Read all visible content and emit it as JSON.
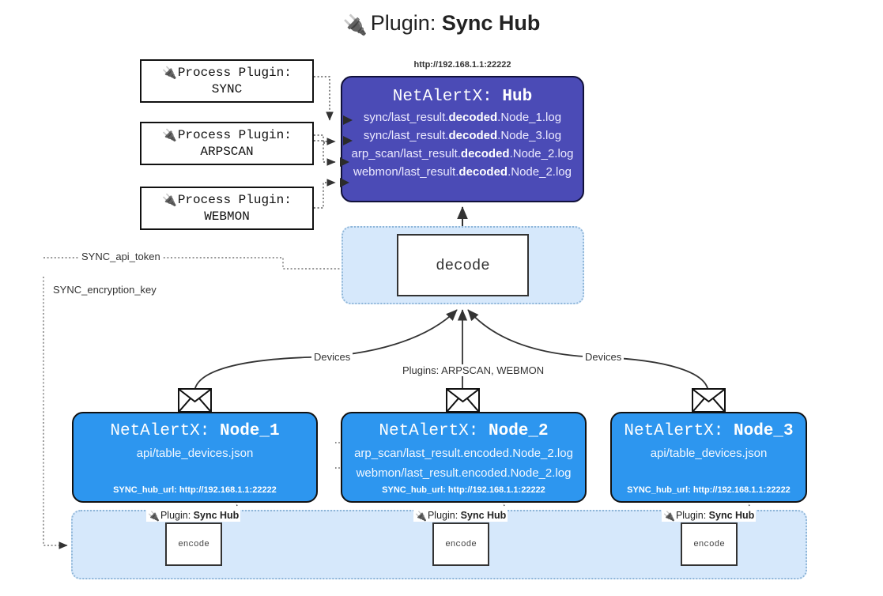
{
  "title": {
    "icon": "plug-icon",
    "prefix": "Plugin: ",
    "name": "Sync Hub"
  },
  "process_plugins": [
    {
      "icon": "plug-icon",
      "header": "Process Plugin:",
      "name": "SYNC"
    },
    {
      "icon": "plug-icon",
      "header": "Process Plugin:",
      "name": "ARPSCAN"
    },
    {
      "icon": "plug-icon",
      "header": "Process Plugin:",
      "name": "WEBMON"
    }
  ],
  "hub": {
    "url": "http://192.168.1.1:22222",
    "app": "NetAlertX:",
    "name": "Hub",
    "logs": [
      {
        "pre": "sync/last_result.",
        "em": "decoded",
        "post": ".Node_1.log"
      },
      {
        "pre": "sync/last_result.",
        "em": "decoded",
        "post": ".Node_3.log"
      },
      {
        "pre": "arp_scan/last_result.",
        "em": "decoded",
        "post": ".Node_2.log"
      },
      {
        "pre": "webmon/last_result.",
        "em": "decoded",
        "post": ".Node_2.log"
      }
    ]
  },
  "decode": {
    "label": "decode"
  },
  "secrets": [
    {
      "label": "SYNC_api_token"
    },
    {
      "label": "SYNC_encryption_key"
    }
  ],
  "edge_labels": {
    "devices_left": "Devices",
    "devices_right": "Devices",
    "plugins_center": "Plugins: ARPSCAN, WEBMON"
  },
  "nodes": [
    {
      "app": "NetAlertX:",
      "name": "Node_1",
      "lines": [
        "api/table_devices.json"
      ],
      "footer": "SYNC_hub_url: http://192.168.1.1:22222",
      "envelope": "envelope-icon"
    },
    {
      "app": "NetAlertX:",
      "name": "Node_2",
      "lines": [
        "arp_scan/last_result.encoded.Node_2.log",
        "webmon/last_result.encoded.Node_2.log"
      ],
      "footer": "SYNC_hub_url: http://192.168.1.1:22222",
      "envelope": "envelope-icon"
    },
    {
      "app": "NetAlertX:",
      "name": "Node_3",
      "lines": [
        "api/table_devices.json"
      ],
      "footer": "SYNC_hub_url: http://192.168.1.1:22222",
      "envelope": "envelope-icon"
    }
  ],
  "encoders": [
    {
      "icon": "plug-icon",
      "prefix": "Plugin: ",
      "name": "Sync Hub",
      "box": "encode"
    },
    {
      "icon": "plug-icon",
      "prefix": "Plugin: ",
      "name": "Sync Hub",
      "box": "encode"
    },
    {
      "icon": "plug-icon",
      "prefix": "Plugin: ",
      "name": "Sync Hub",
      "box": "encode"
    }
  ],
  "colors": {
    "hub_fill": "#4b4bb6",
    "node_fill": "#2d96ef",
    "container_fill": "#d6e8fb",
    "container_border": "#8fb6d8",
    "stroke": "#333333",
    "page_bg": "#ffffff"
  }
}
